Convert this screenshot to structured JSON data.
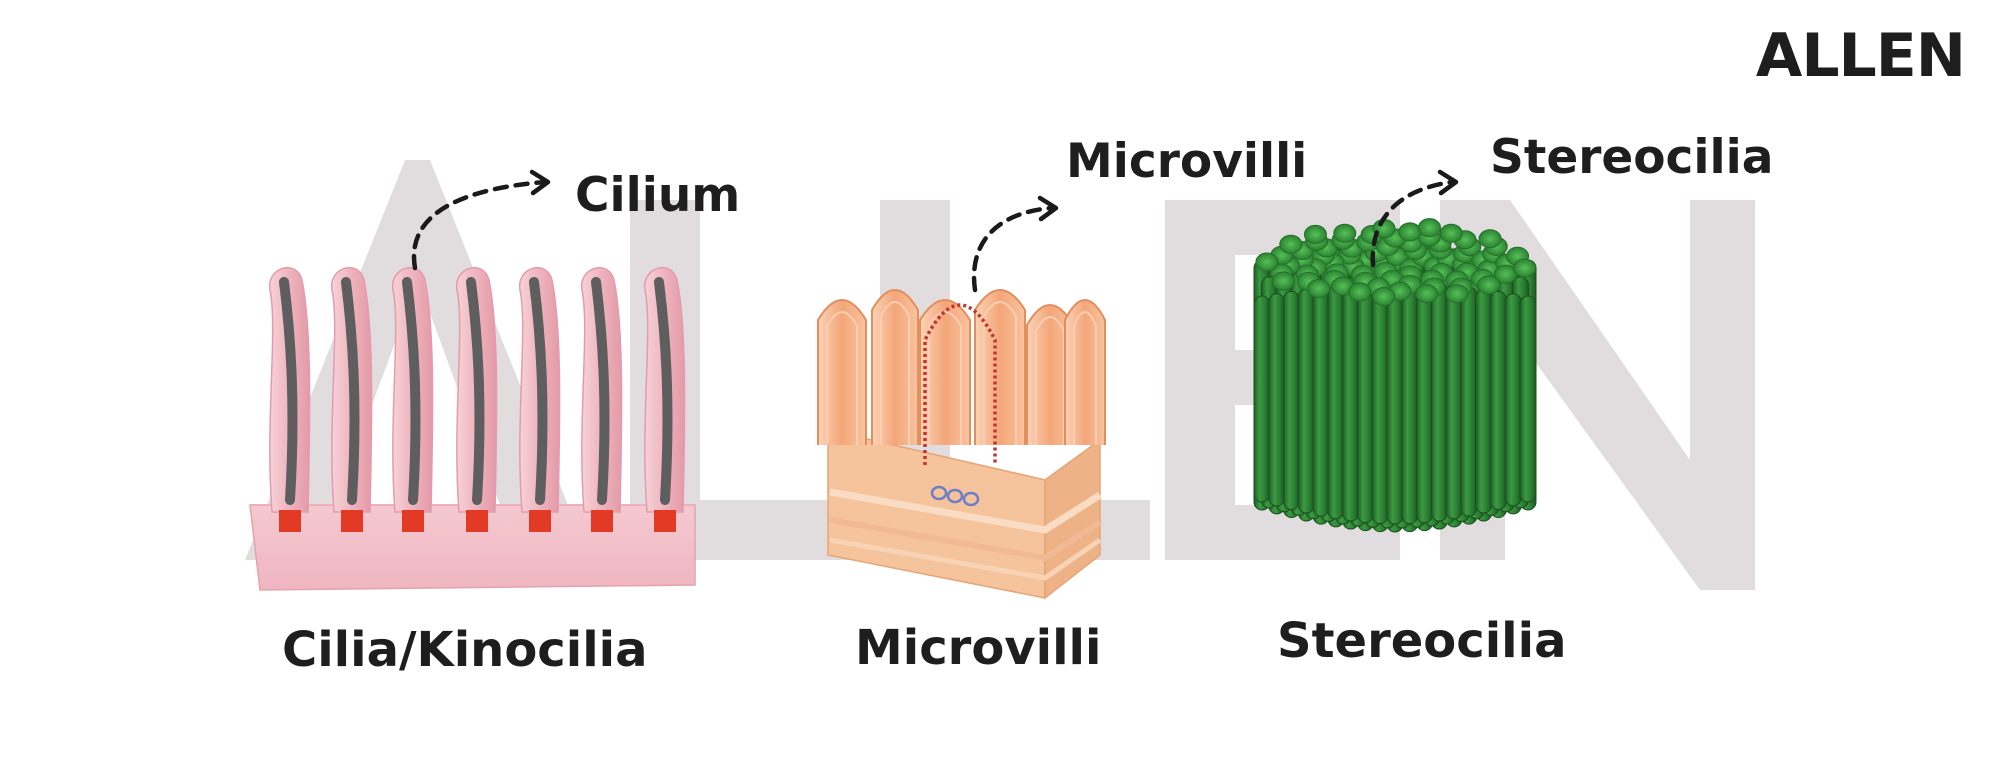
{
  "brand": {
    "logo_text": "ALLEN"
  },
  "labels": {
    "cilium_callout": "Cilium",
    "microvilli_callout": "Microvilli",
    "stereocilia_callout": "Stereocilia",
    "cilia_caption": "Cilia/Kinocilia",
    "microvilli_caption": "Microvilli",
    "stereocilia_caption": "Stereocilia"
  },
  "colors": {
    "watermark": "#d7d2d4",
    "cilia_pink": "#f0b9c3",
    "basal_body_red": "#e23a24",
    "axoneme_gray": "#5e5e5e",
    "microvilli_orange": "#f3a06f",
    "stereocilia_green": "#2e8a36",
    "text": "#1e1e1e"
  }
}
